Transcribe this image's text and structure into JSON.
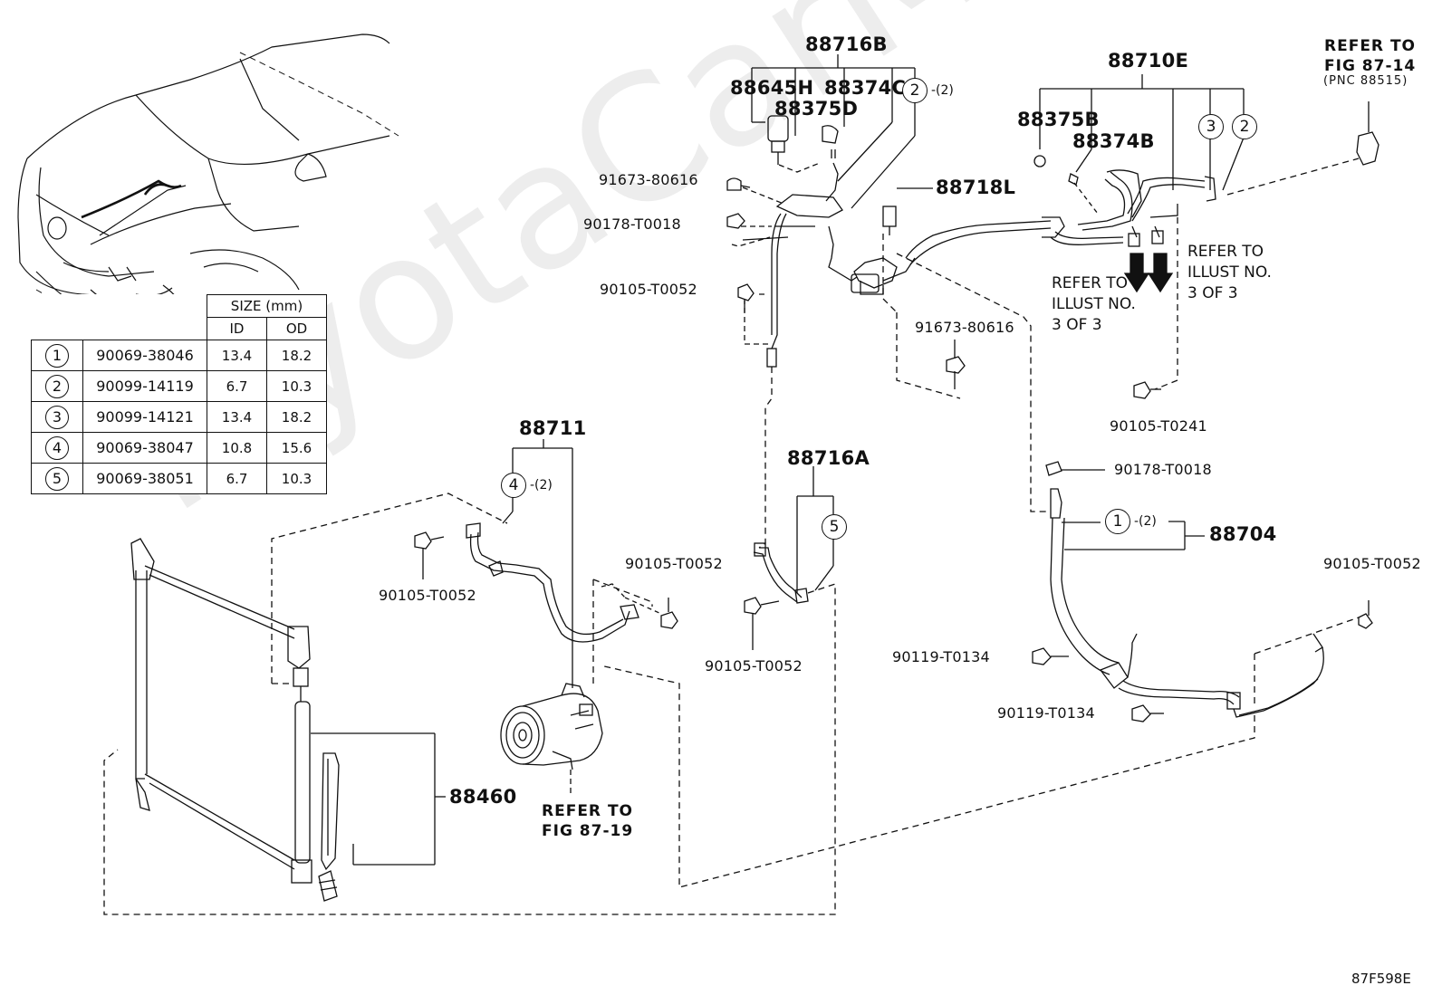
{
  "size_table": {
    "header": "SIZE (mm)",
    "col_id": "ID",
    "col_od": "OD",
    "rows": [
      {
        "no": "1",
        "part": "90069-38046",
        "id": "13.4",
        "od": "18.2"
      },
      {
        "no": "2",
        "part": "90099-14119",
        "id": "6.7",
        "od": "10.3"
      },
      {
        "no": "3",
        "part": "90099-14121",
        "id": "13.4",
        "od": "18.2"
      },
      {
        "no": "4",
        "part": "90069-38047",
        "id": "10.8",
        "od": "15.6"
      },
      {
        "no": "5",
        "part": "90069-38051",
        "id": "6.7",
        "od": "10.3"
      }
    ]
  },
  "labels": {
    "p88716B": "88716B",
    "p88645H": "88645H",
    "p88374C": "88374C",
    "p88375D": "88375D",
    "p91673_top": "91673-80616",
    "p90178_left": "90178-T0018",
    "p90105_top": "90105-T0052",
    "p88718L": "88718L",
    "p88710E": "88710E",
    "p88375B": "88375B",
    "p88374B": "88374B",
    "p91673_mid": "91673-80616",
    "p90105_T0241": "90105-T0241",
    "p90178_right": "90178-T0018",
    "p88704": "88704",
    "p88711": "88711",
    "p88716A": "88716A",
    "p90105_a": "90105-T0052",
    "p90105_b": "90105-T0052",
    "p90105_c": "90105-T0052",
    "p90105_right": "90105-T0052",
    "p90119_a": "90119-T0134",
    "p90119_b": "90119-T0134",
    "p88460": "88460",
    "ref_fig_87_14": "REFER TO\nFIG 87-14",
    "ref_pnc": "(PNC 88515)",
    "ref_illust_left": "REFER TO\nILLUST NO.\n3 OF 3",
    "ref_illust_right": "REFER TO\nILLUST NO.\n3 OF 3",
    "ref_fig_87_19": "REFER TO\nFIG 87-19",
    "diagram_code": "87F598E",
    "watermark": "ToyotaCarMine.ru"
  },
  "callouts": {
    "c2_top": {
      "num": "2",
      "qty": "-(2)"
    },
    "c3_right": {
      "num": "3"
    },
    "c2_right": {
      "num": "2"
    },
    "c4_mid": {
      "num": "4",
      "qty": "-(2)"
    },
    "c5_mid": {
      "num": "5"
    },
    "c1_right": {
      "num": "1",
      "qty": "-(2)"
    }
  }
}
